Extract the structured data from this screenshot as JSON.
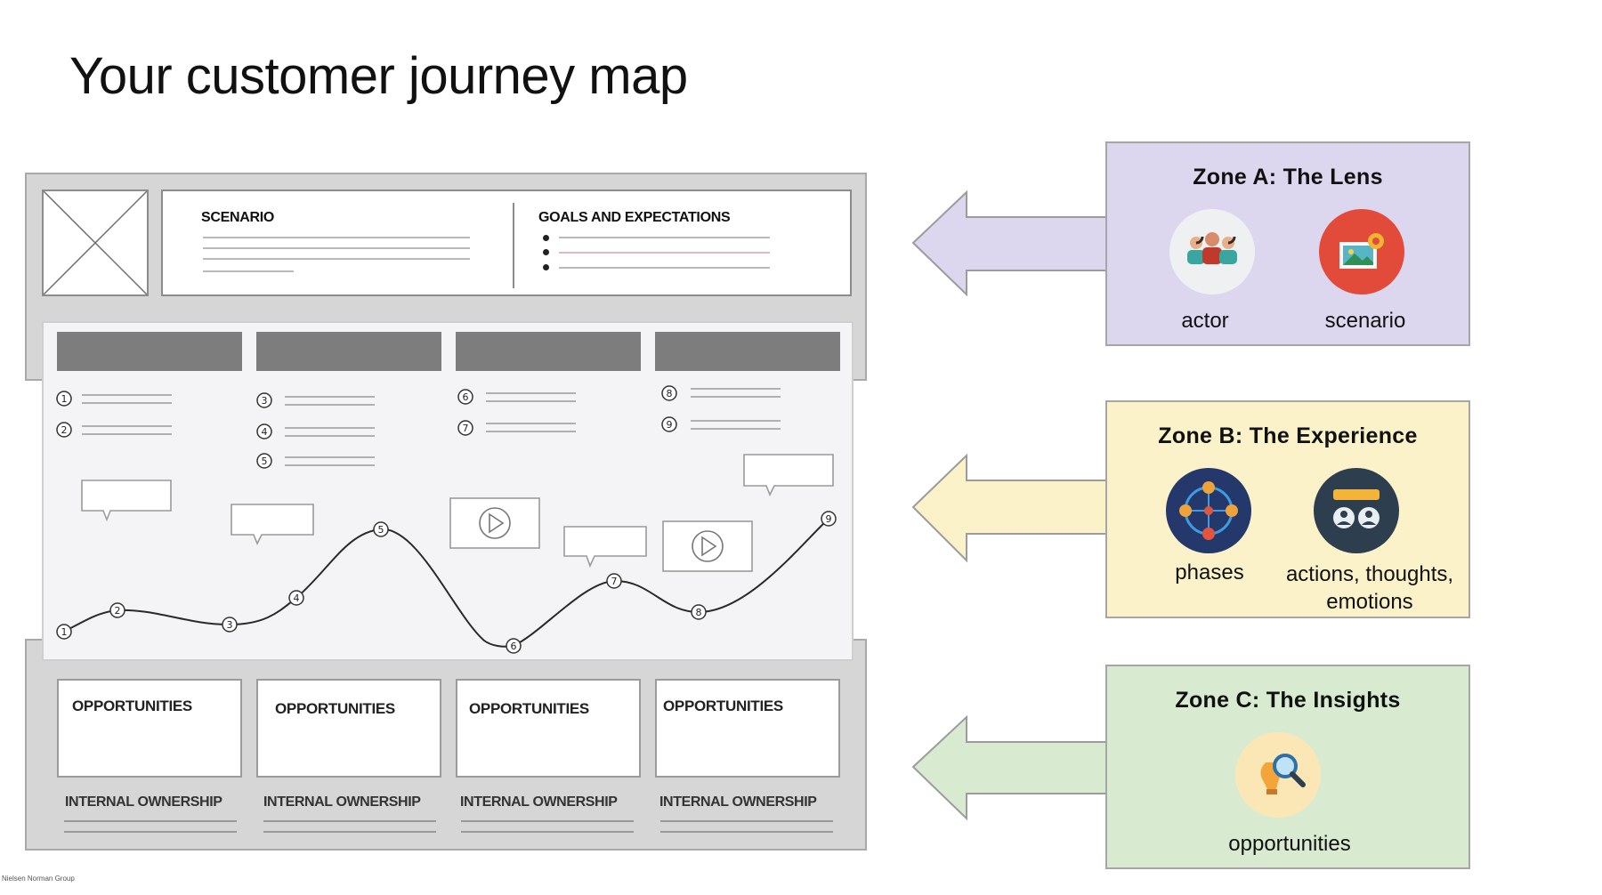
{
  "title": "Your customer journey map",
  "credit": "Nielsen Norman Group",
  "template": {
    "scenario_label": "SCENARIO",
    "goals_label": "GOALS AND EXPECTATIONS",
    "opportunities": [
      "OPPORTUNITIES",
      "OPPORTUNITIES",
      "OPPORTUNITIES",
      "OPPORTUNITIES"
    ],
    "ownership": [
      "INTERNAL OWNERSHIP",
      "INTERNAL OWNERSHIP",
      "INTERNAL OWNERSHIP",
      "INTERNAL OWNERSHIP"
    ],
    "step_numbers": [
      "1",
      "2",
      "3",
      "4",
      "5",
      "6",
      "7",
      "8",
      "9"
    ]
  },
  "zones": {
    "a": {
      "title": "Zone A: The Lens",
      "icons": [
        {
          "label": "actor",
          "icon": "people-group-icon"
        },
        {
          "label": "scenario",
          "icon": "picture-gear-icon"
        }
      ],
      "color": "#dcd6ee"
    },
    "b": {
      "title": "Zone B: The Experience",
      "icons": [
        {
          "label": "phases",
          "icon": "network-people-icon"
        },
        {
          "label": "actions, thoughts, emotions",
          "icon": "chat-people-icon"
        }
      ],
      "color": "#fcf2c9"
    },
    "c": {
      "title": "Zone C: The Insights",
      "icons": [
        {
          "label": "opportunities",
          "icon": "bulb-magnifier-icon"
        }
      ],
      "color": "#d8ebd1"
    }
  }
}
